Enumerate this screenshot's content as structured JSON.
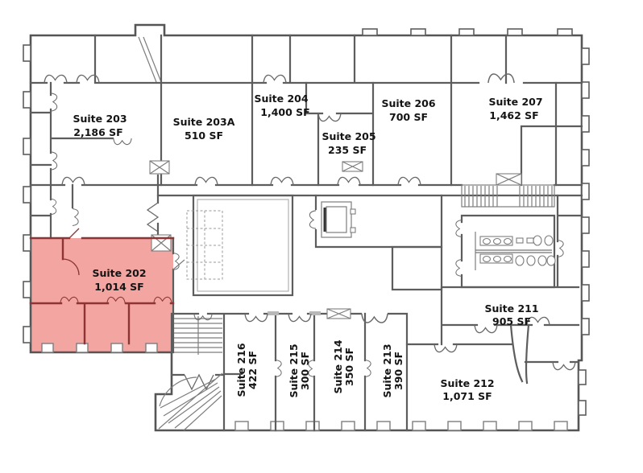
{
  "plan": {
    "colors": {
      "background": "#ffffff",
      "walls": "#5d5d5d",
      "highlight_fill": "#f2a5a1",
      "highlight_wall": "#8e3434"
    },
    "highlighted_suite": "Suite 202",
    "suites": [
      {
        "name": "Suite 203",
        "area": "2,186 SF",
        "highlighted": false
      },
      {
        "name": "Suite 203A",
        "area": "510 SF",
        "highlighted": false
      },
      {
        "name": "Suite 204",
        "area": "1,400 SF",
        "highlighted": false
      },
      {
        "name": "Suite 205",
        "area": "235 SF",
        "highlighted": false
      },
      {
        "name": "Suite 206",
        "area": "700 SF",
        "highlighted": false
      },
      {
        "name": "Suite 207",
        "area": "1,462 SF",
        "highlighted": false
      },
      {
        "name": "Suite 202",
        "area": "1,014 SF",
        "highlighted": true
      },
      {
        "name": "Suite 211",
        "area": "905 SF",
        "highlighted": false
      },
      {
        "name": "Suite 212",
        "area": "1,071 SF",
        "highlighted": false
      },
      {
        "name": "Suite 213",
        "area": "390 SF",
        "highlighted": false
      },
      {
        "name": "Suite 214",
        "area": "350 SF",
        "highlighted": false
      },
      {
        "name": "Suite 215",
        "area": "300 SF",
        "highlighted": false
      },
      {
        "name": "Suite 216",
        "area": "422 SF",
        "highlighted": false
      }
    ],
    "features": [
      "elevator",
      "stairs",
      "restrooms",
      "atrium"
    ]
  }
}
